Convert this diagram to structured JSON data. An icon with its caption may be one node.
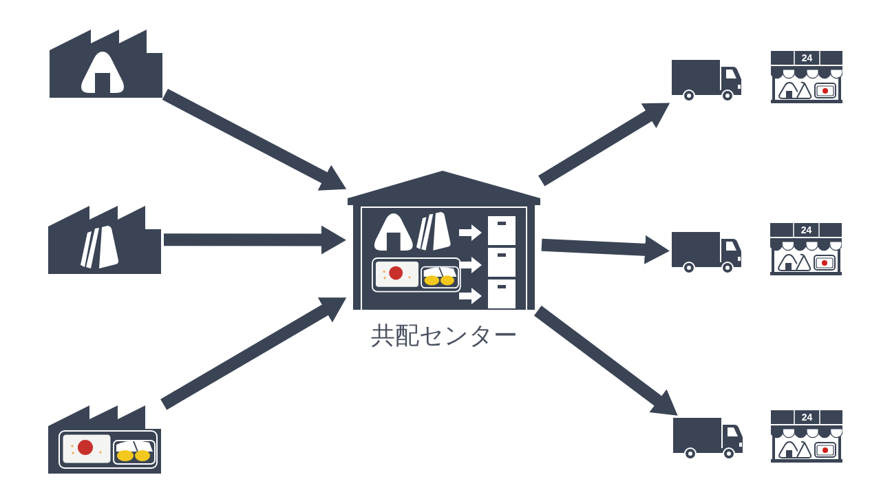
{
  "diagram": {
    "nodes": [
      {
        "text": [],
        "shape": "picture"
      },
      {
        "text": [],
        "shape": "picture"
      },
      {
        "text": [],
        "shape": "picture"
      },
      {
        "text": [
          "共配センター"
        ]
      },
      {
        "text": [],
        "shape": "truck"
      },
      {
        "text": [],
        "shape": "truck"
      },
      {
        "text": [],
        "shape": "truck"
      },
      {
        "text": [
          "24"
        ]
      },
      {
        "text": [
          "24"
        ]
      },
      {
        "text": [
          "24"
        ]
      }
    ],
    "edges": [
      {
        "from": 0,
        "to": 3,
        "arrow": "to"
      },
      {
        "from": 1,
        "to": 3,
        "arrow": "to"
      },
      {
        "from": 2,
        "to": 3,
        "arrow": "to"
      },
      {
        "from": 3,
        "to": 4,
        "arrow": "to"
      },
      {
        "from": 3,
        "to": 5,
        "arrow": "to"
      },
      {
        "from": 3,
        "to": 6,
        "arrow": "to"
      }
    ]
  }
}
